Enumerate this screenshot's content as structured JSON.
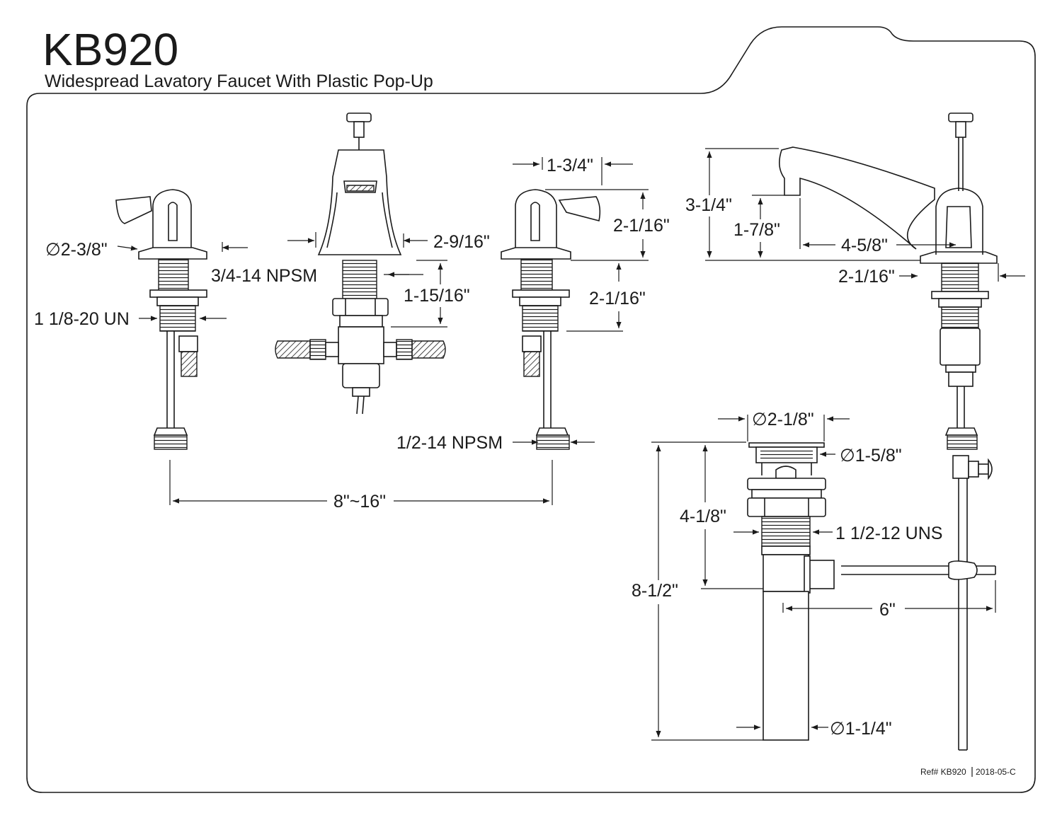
{
  "header": {
    "model": "KB920",
    "description": "Widespread Lavatory Faucet With Plastic Pop-Up"
  },
  "dimensions": {
    "handle_flange_diameter": "∅2-3/8\"",
    "handle_thread": "1 1/8-20 UN",
    "spout_width": "2-9/16\"",
    "spout_thread": "3/4-14 NPSM",
    "spout_shank_length": "1-15/16\"",
    "handle_width_top": "1-3/4\"",
    "handle_height": "2-1/16\"",
    "handle_shank_length": "2-1/16\"",
    "inlet_thread": "1/2-14 NPSM",
    "center_spread": "8\"~16\"",
    "spout_height": "3-1/4\"",
    "aerator_height": "1-7/8\"",
    "spout_reach": "4-5/8\"",
    "spout_base_diameter": "2-1/16\"",
    "drain_flange_outer": "∅2-1/8\"",
    "drain_flange_inner": "∅1-5/8\"",
    "drain_body_length": "4-1/8\"",
    "drain_thread": "1 1/2-12 UNS",
    "drain_total_length": "8-1/2\"",
    "pivot_rod_length": "6\"",
    "tailpiece_diameter": "∅1-1/4\""
  },
  "footer": {
    "ref": "Ref# KB920",
    "revision": "2018-05-C"
  },
  "colors": {
    "line": "#1a1a1a",
    "background": "#ffffff"
  }
}
